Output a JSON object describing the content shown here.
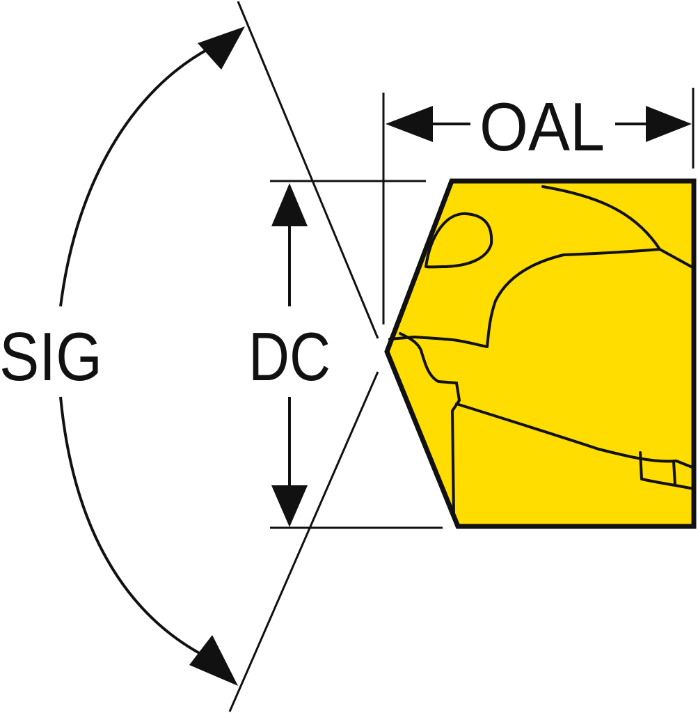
{
  "labels": {
    "sig": "SIG",
    "dc": "DC",
    "oal": "OAL"
  },
  "colors": {
    "insert_fill": "#FFDD00",
    "line": "#111111",
    "background": "#FFFFFF"
  }
}
